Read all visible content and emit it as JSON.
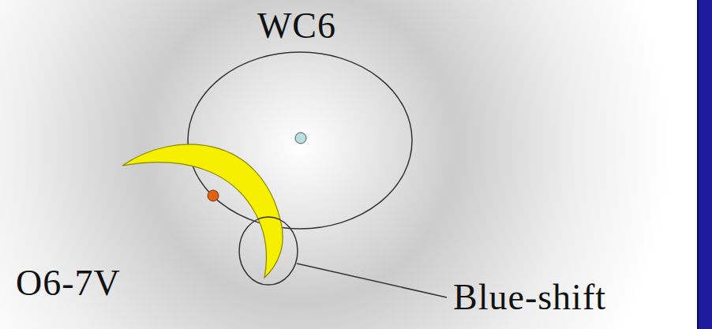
{
  "diagram": {
    "labels": [
      "WC6",
      "O6-7V",
      "Blue-shift"
    ]
  }
}
